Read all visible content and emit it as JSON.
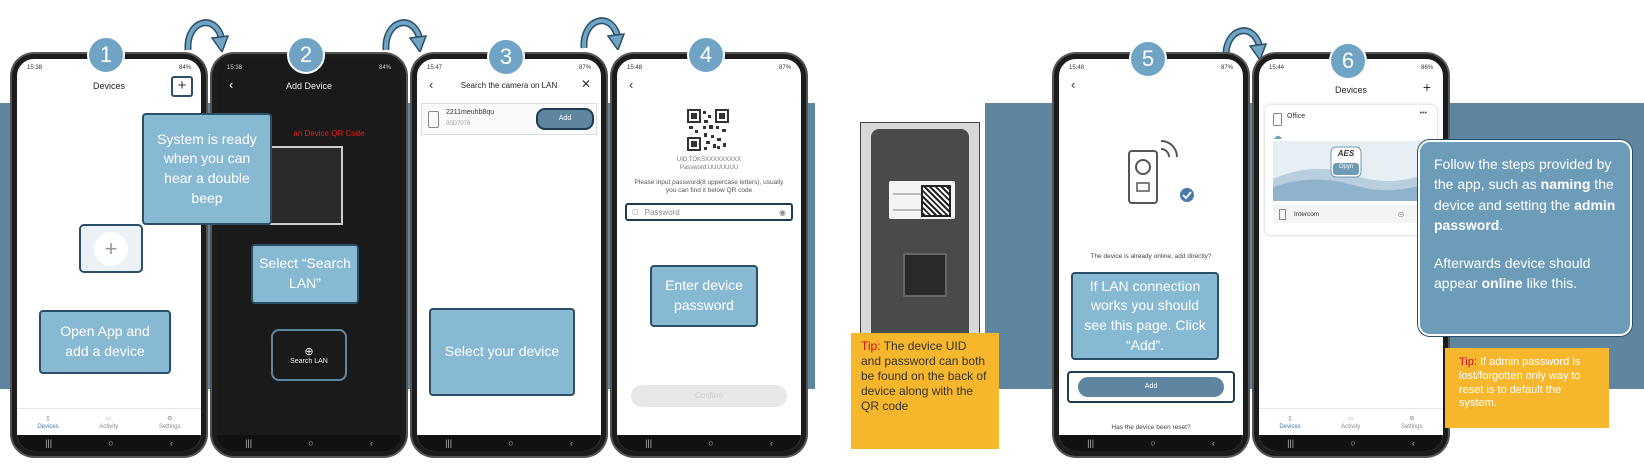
{
  "colors": {
    "band": "#5f86a0",
    "callout": "#88b9d3",
    "step_badge": "#6fa4c5",
    "tip": "#f6b72c",
    "tip_label": "#c8102e",
    "accent": "#4a78a8"
  },
  "steps": {
    "s1": "1",
    "s2": "2",
    "s3": "3",
    "s4": "4",
    "s5": "5",
    "s6": "6"
  },
  "tabs": {
    "devices": "Devices",
    "activity": "Activity",
    "settings": "Settings"
  },
  "phone1": {
    "time": "15:38",
    "battery": "84%",
    "title": "Devices",
    "add_icon": "+",
    "big_plus": "+"
  },
  "phone2": {
    "time": "15:38",
    "battery": "84%",
    "title": "Add Device",
    "scan_label": "an Device QR Code",
    "search_lan": "Search LAN"
  },
  "phone3": {
    "time": "15:47",
    "battery": "87%",
    "title": "Search the camera on LAN",
    "device_name": "2211meuhb8qu",
    "device_id": "00D7078",
    "add": "Add"
  },
  "phone4": {
    "time": "15:48",
    "battery": "87%",
    "uid_line": "UID:TOKSXXXXXXXXX",
    "pwd_line": "Password:UUUUUUU",
    "hint": "Please input password(8 uppercase letters), usually you can find it below QR code",
    "placeholder": "Password",
    "confirm": "Confirm"
  },
  "phone5": {
    "time": "15:48",
    "battery": "87%",
    "online_text": "The device is already online, add directly?",
    "add": "Add",
    "reset": "Has the device been reset?"
  },
  "phone6": {
    "time": "15:44",
    "battery": "86%",
    "title": "Devices",
    "card_name": "Office",
    "more": "•••",
    "brand_top": "AES",
    "brand_bottom": "Opyn",
    "intercom": "Intercom"
  },
  "callouts": {
    "c1": "Open App and add a device",
    "c2": "System is ready when you can hear a double beep",
    "c3": "Select “Search LAN”",
    "c4": "Select your device",
    "c5": "Enter device password",
    "c6": "If LAN connection works you should see this page. Click “Add”."
  },
  "info": {
    "p1_a": "Follow the steps provided by the app, such as ",
    "p1_b": "naming",
    "p1_c": " the device and setting the ",
    "p1_d": "admin password",
    "p1_e": ".",
    "p2_a": "Afterwards device should appear ",
    "p2_b": "online",
    "p2_c": " like this."
  },
  "tip1": {
    "label": "Tip:",
    "text": "The device UID and password can both be found on the back of device along with the QR code"
  },
  "tip2": {
    "label": "Tip:",
    "text": "If admin password is lost/forgotten only way to reset is to default the system."
  }
}
